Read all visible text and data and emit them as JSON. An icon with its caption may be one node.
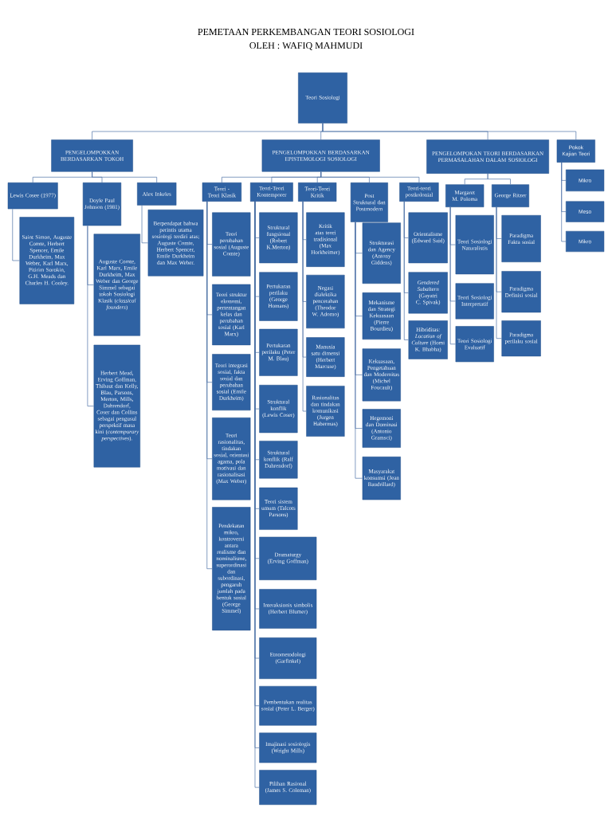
{
  "diagram": {
    "title": "PEMETAAN PERKEMBANGAN TEORI SOSIOLOGI",
    "labels": [
      "OLEH : WAFIQ MAHMUDI"
    ],
    "nodes": [
      {
        "text": [
          "Teori Sosiologi"
        ]
      },
      {
        "text": [
          "PENGELOMPOKKAN BERDASARKAN TOKOH"
        ]
      },
      {
        "text": [
          "PENGELOMPOKKAN BERDASARKAN EPISTEMOLOGI SOSIOLOGI"
        ]
      },
      {
        "text": [
          "PENGELOMPOKAN TEORI BERDASARKAN PERMASALAHAN DALAM SOSIOLOGI"
        ]
      },
      {
        "text": [
          "Pokok Kajian Teori"
        ]
      },
      {
        "text": [
          "Lewis Cosee (1977)"
        ]
      },
      {
        "text": [
          "Doyle Paul Johnson (1981)"
        ]
      },
      {
        "text": [
          "Alex Inkeles"
        ]
      },
      {
        "text": [
          "Saint Simon, Auguste Comte, Herbert Spencer, Emile Durkheim, Max Weber, Karl Marx, Pitirim Sorokin, G.H. Meads dan Charles H. Cooley."
        ]
      },
      {
        "text": [
          "Auguste Comte, Karl Marx, Emile Durkheim, Max Weber dan George Simmel sebagai tokoh Sosiologi Klasik (*classical founders*)"
        ]
      },
      {
        "text": [
          "Herbert Mead, Erving Goffman, Thibaut dan Kelly, Blau, Parsons, Merton, Mills, Dahrendorf, Coser dan Collins sebagai pengusul perspektif masa kini (*contemporary perspectives*)."
        ]
      },
      {
        "text": [
          "Berpendapat bahwa perintis utama sosiologi terdiri atas; Auguste Comte, Herbert Spencer, Emile Durkheim dan Max Weber."
        ]
      },
      {
        "text": [
          "Teori - Teori Klasik"
        ]
      },
      {
        "text": [
          "Teori-Teori Kontemporer"
        ]
      },
      {
        "text": [
          "Teori-Teori Kritik"
        ]
      },
      {
        "text": [
          "Post Struktural dan Postmodern"
        ]
      },
      {
        "text": [
          "Teori-teori postkolonial"
        ]
      },
      {
        "text": [
          "Teori perubahan sosial (Auguste Comte)"
        ]
      },
      {
        "text": [
          "Teori struktur ekonomi, pertentangan kelas dan perubahan sosial (Karl Marx)"
        ]
      },
      {
        "text": [
          "Teori integrasi sosial, fakta sosial dan perubahan sosial (Emile Durkheim)"
        ]
      },
      {
        "text": [
          "Teori rasionalitas, tindakan sosial, orientasi agama, pola motivasi dan rasionalisasi (Max Weber)"
        ]
      },
      {
        "text": [
          "Pendekatan mikro, kontroversi antara realisme dan nominalisme, superordinasi dan subordinasi, pengaruh jumlah pada bentuk sosial (George Simmel)"
        ]
      },
      {
        "text": [
          "Struktural fungsional (Robert K.Merton)"
        ]
      },
      {
        "text": [
          "Pertukaran perilaku (George Homans)"
        ]
      },
      {
        "text": [
          "Pertukaran perilaku (Peter M. Blau)"
        ]
      },
      {
        "text": [
          "Struktural konflik (Lewis Coser)"
        ]
      },
      {
        "text": [
          "Struktural konflik (Ralf Dahrendorf)"
        ]
      },
      {
        "text": [
          "Teori sistem umum (Talcots Parsons)"
        ]
      },
      {
        "text": [
          "Dramaturgy (Erving Goffman)"
        ]
      },
      {
        "text": [
          "Interaksionis simbolis (Herbert Blumer)"
        ]
      },
      {
        "text": [
          "Etnometodologi (Garfinkel)"
        ]
      },
      {
        "text": [
          "Pembentukan realitas sosial (Peter L. Berger)"
        ]
      },
      {
        "text": [
          "Imajinasi sosiologis (Wright Mills)"
        ]
      },
      {
        "text": [
          "Pilihan Rasional (James S. Coleman)"
        ]
      },
      {
        "text": [
          "Kritik atas teori tradisional (Max Horkheimer)"
        ]
      },
      {
        "text": [
          "Negasi dialektika pencerahan (Theodor W. Adorno)"
        ]
      },
      {
        "text": [
          "Manusia satu dimensi (Herbert Marcuse)"
        ]
      },
      {
        "text": [
          "Rasionalitas dan tindakan komunikasi (Jurgen Habermas)"
        ]
      },
      {
        "text": [
          "Strukturasi dan Agency (Antony Giddens)"
        ]
      },
      {
        "text": [
          "Mekanisme dan Strategi Kekuasaan (Pierre Bourdieu)"
        ]
      },
      {
        "text": [
          "Kekuasaan, Pengetahuan dan Modernitas (Michel Foucault)"
        ]
      },
      {
        "text": [
          "Hegemoni dan Dominasi (Antonio Gramsci)"
        ]
      },
      {
        "text": [
          "Masyarakat konsumsi (Jean Baudrillard)"
        ]
      },
      {
        "text": [
          "Orientalisme (Edward Said)"
        ]
      },
      {
        "text": [
          "*Gendered Subaltern* (Gayatri C. Spivak)"
        ]
      },
      {
        "text": [
          "Hibriditas: *Location of Culture* (Homi K. Bhabha)"
        ]
      },
      {
        "text": [
          "Margaret M. Poloma"
        ]
      },
      {
        "text": [
          "George Ritzer"
        ]
      },
      {
        "text": [
          "Teori Sosiologi Naturalistis"
        ]
      },
      {
        "text": [
          "Teori Sosiologi Interpretatif"
        ]
      },
      {
        "text": [
          "Teori Sosiologi Evaluatif"
        ]
      },
      {
        "text": [
          "Paradigma Fakta sosial"
        ]
      },
      {
        "text": [
          "Paradigma Definisi sosial"
        ]
      },
      {
        "text": [
          "Paradigma perilaku sosial"
        ]
      },
      {
        "text": [
          "Mikro"
        ]
      },
      {
        "text": [
          "Meso"
        ]
      },
      {
        "text": [
          "Mikro"
        ]
      }
    ],
    "edges": [
      {
        "from": 0,
        "to": 1,
        "arrow": "none"
      },
      {
        "from": 0,
        "to": 2,
        "arrow": "none"
      },
      {
        "from": 0,
        "to": 3,
        "arrow": "none"
      },
      {
        "from": 0,
        "to": 4,
        "arrow": "none"
      },
      {
        "from": 1,
        "to": 5,
        "arrow": "none"
      },
      {
        "from": 1,
        "to": 6,
        "arrow": "none"
      },
      {
        "from": 1,
        "to": 7,
        "arrow": "none"
      },
      {
        "from": 5,
        "to": 8,
        "arrow": "none"
      },
      {
        "from": 6,
        "to": 9,
        "arrow": "none"
      },
      {
        "from": 6,
        "to": 10,
        "arrow": "none"
      },
      {
        "from": 7,
        "to": 11,
        "arrow": "none"
      },
      {
        "from": 2,
        "to": 12,
        "arrow": "none"
      },
      {
        "from": 2,
        "to": 13,
        "arrow": "none"
      },
      {
        "from": 2,
        "to": 14,
        "arrow": "none"
      },
      {
        "from": 2,
        "to": 15,
        "arrow": "none"
      },
      {
        "from": 2,
        "to": 16,
        "arrow": "none"
      },
      {
        "from": 12,
        "to": 17,
        "arrow": "none"
      },
      {
        "from": 12,
        "to": 18,
        "arrow": "none"
      },
      {
        "from": 12,
        "to": 19,
        "arrow": "none"
      },
      {
        "from": 12,
        "to": 20,
        "arrow": "none"
      },
      {
        "from": 12,
        "to": 21,
        "arrow": "none"
      },
      {
        "from": 13,
        "to": 22,
        "arrow": "none"
      },
      {
        "from": 13,
        "to": 23,
        "arrow": "none"
      },
      {
        "from": 13,
        "to": 24,
        "arrow": "none"
      },
      {
        "from": 13,
        "to": 25,
        "arrow": "none"
      },
      {
        "from": 13,
        "to": 26,
        "arrow": "none"
      },
      {
        "from": 13,
        "to": 27,
        "arrow": "none"
      },
      {
        "from": 13,
        "to": 28,
        "arrow": "none"
      },
      {
        "from": 13,
        "to": 29,
        "arrow": "none"
      },
      {
        "from": 13,
        "to": 30,
        "arrow": "none"
      },
      {
        "from": 13,
        "to": 31,
        "arrow": "none"
      },
      {
        "from": 13,
        "to": 32,
        "arrow": "none"
      },
      {
        "from": 13,
        "to": 33,
        "arrow": "none"
      },
      {
        "from": 14,
        "to": 34,
        "arrow": "none"
      },
      {
        "from": 14,
        "to": 35,
        "arrow": "none"
      },
      {
        "from": 14,
        "to": 36,
        "arrow": "none"
      },
      {
        "from": 14,
        "to": 37,
        "arrow": "none"
      },
      {
        "from": 15,
        "to": 38,
        "arrow": "none"
      },
      {
        "from": 15,
        "to": 39,
        "arrow": "none"
      },
      {
        "from": 15,
        "to": 40,
        "arrow": "none"
      },
      {
        "from": 15,
        "to": 41,
        "arrow": "none"
      },
      {
        "from": 15,
        "to": 42,
        "arrow": "none"
      },
      {
        "from": 16,
        "to": 43,
        "arrow": "none"
      },
      {
        "from": 16,
        "to": 44,
        "arrow": "none"
      },
      {
        "from": 16,
        "to": 45,
        "arrow": "none"
      },
      {
        "from": 3,
        "to": 46,
        "arrow": "none"
      },
      {
        "from": 3,
        "to": 47,
        "arrow": "none"
      },
      {
        "from": 46,
        "to": 48,
        "arrow": "none"
      },
      {
        "from": 46,
        "to": 49,
        "arrow": "none"
      },
      {
        "from": 46,
        "to": 50,
        "arrow": "none"
      },
      {
        "from": 47,
        "to": 51,
        "arrow": "none"
      },
      {
        "from": 47,
        "to": 52,
        "arrow": "none"
      },
      {
        "from": 47,
        "to": 53,
        "arrow": "none"
      },
      {
        "from": 4,
        "to": 54,
        "arrow": "none"
      },
      {
        "from": 4,
        "to": 55,
        "arrow": "none"
      },
      {
        "from": 4,
        "to": 56,
        "arrow": "none"
      }
    ]
  }
}
